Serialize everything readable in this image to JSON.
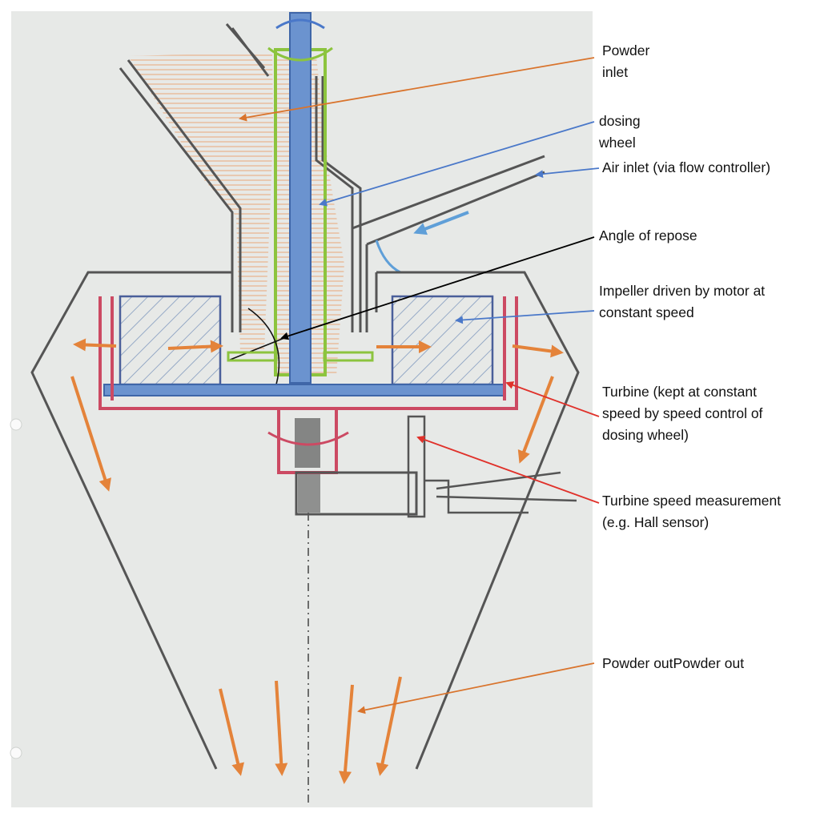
{
  "colors": {
    "paper": "#e7e9e7",
    "pencil": "#555555",
    "powder": "#e4833a",
    "shaft": "#5f86c8",
    "tube": "#8cc43e",
    "turbine": "#cc4a63",
    "callout_orange": "#d9742d",
    "callout_blue": "#4a78c9",
    "callout_black": "#000000",
    "callout_red": "#e0312a"
  },
  "labels": {
    "powder_inlet": [
      "Powder",
      "inlet"
    ],
    "dosing_wheel": [
      "dosing",
      "wheel"
    ],
    "air_inlet": "Air inlet (via flow controller)",
    "angle_of_repose": "Angle of repose",
    "impeller": [
      "Impeller driven by motor at",
      "constant speed"
    ],
    "turbine": [
      "Turbine (kept at constant",
      "speed by speed control of",
      "dosing wheel)"
    ],
    "speed_measurement": [
      "Turbine speed measurement",
      "(e.g. Hall sensor)"
    ],
    "powder_out": "Powder outPowder out"
  }
}
